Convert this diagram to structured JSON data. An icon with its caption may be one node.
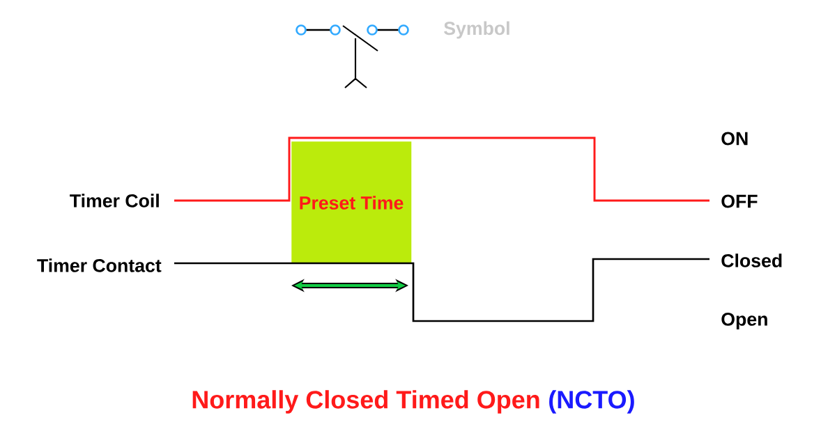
{
  "diagram": {
    "title": "Normally Closed Timed Open",
    "nodes": [
      {
        "text": [
          "Preset Time"
        ]
      }
    ],
    "labels": [
      "Symbol",
      "ON",
      "Timer Coil",
      "OFF",
      "Timer Contact",
      "Closed",
      "Open",
      "(NCTO)"
    ]
  }
}
